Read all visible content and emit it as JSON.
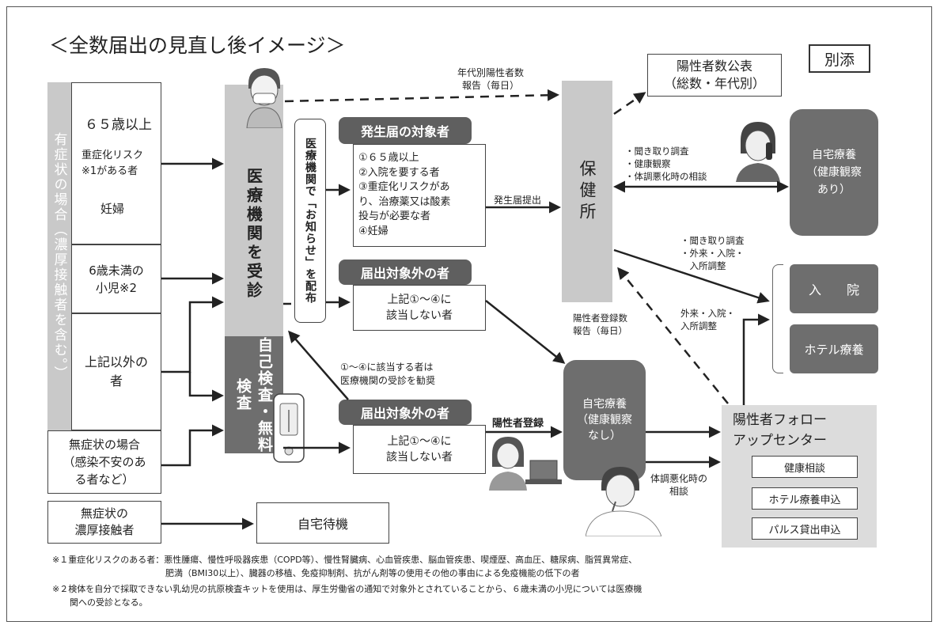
{
  "title": "＜全数届出の見直し後イメージ＞",
  "badge": "別添",
  "symptomatic": {
    "side_label": "有症状の場合（濃厚接触者を含む。）",
    "g1_age": "６５歳以上",
    "g1_risk": "重症化リスク※1がある者",
    "g1_preg": "妊婦",
    "g2": "6歳未満の\n小児※2",
    "g3": "上記以外の\n者"
  },
  "asymptomatic": "無症状の場合\n（感染不安のあ\nる者など）",
  "close_contact": "無症状の\n濃厚接触者",
  "home_wait": "自宅待機",
  "medical_visit": "医療機関を受診",
  "self_test": "自己検査・無料検査",
  "notice": "医療機関で「お知らせ」を配布",
  "target": {
    "header": "発生届の対象者",
    "body": "①６５歳以上\n②入院を要する者\n③重症化リスクがあ\nり、治療薬又は酸素\n投与が必要な者\n④妊婦"
  },
  "nontarget1": {
    "header": "届出対象外の者",
    "body": "上記①～④に\n該当しない者"
  },
  "nontarget2": {
    "header": "届出対象外の者",
    "body": "上記①～④に\n該当しない者"
  },
  "health_center": "保健所",
  "public_announce": "陽性者数公表\n（総数・年代別）",
  "home_care_obs": "自宅療養\n（健康観察\nあり）",
  "home_care_noobs": "自宅療養\n（健康観察\nなし）",
  "hospital": "入　　院",
  "hotel": "ホテル療養",
  "followup": {
    "title": "陽性者フォロー\nアップセンター",
    "items": [
      "健康相談",
      "ホテル療養申込",
      "パルス貸出申込"
    ]
  },
  "labels": {
    "age_report": "年代別陽性者数\n報告（毎日）",
    "hc_to_home": "・聞き取り調査\n・健康観察\n・体調悪化時の相談",
    "hc_to_hosp": "・聞き取り調査\n・外来・入院・\n　入所調整",
    "submit": "発生届提出",
    "reg_report": "陽性者登録数\n報告（毎日）",
    "fc_to_hosp": "外来・入院・\n入所調整",
    "recommend": "①～④に該当する者は\n医療機関の受診を勧奨",
    "registration": "陽性者登録",
    "worsen": "体調悪化時の\n相談"
  },
  "footnote1": "※１重症化リスクのある者：悪性腫瘍、慢性呼吸器疾患（COPD等）、慢性腎臓病、心血管疾患、脳血管疾患、喫煙歴、高血圧、糖尿病、脂質異常症、\n　　　　　　　　　　　　　肥満（BMI30以上）、臓器の移植、免疫抑制剤、抗がん剤等の使用その他の事由による免疫機能の低下の者",
  "footnote2": "※２検体を自分で採取できない乳幼児の抗原検査キットを使用は、厚生労働省の通知で対象外とされていることから、６歳未満の小児については医療機\n　　関への受診となる。",
  "colors": {
    "dark": "#6e6e6e",
    "mid": "#c9c9c9",
    "line": "#222222"
  }
}
